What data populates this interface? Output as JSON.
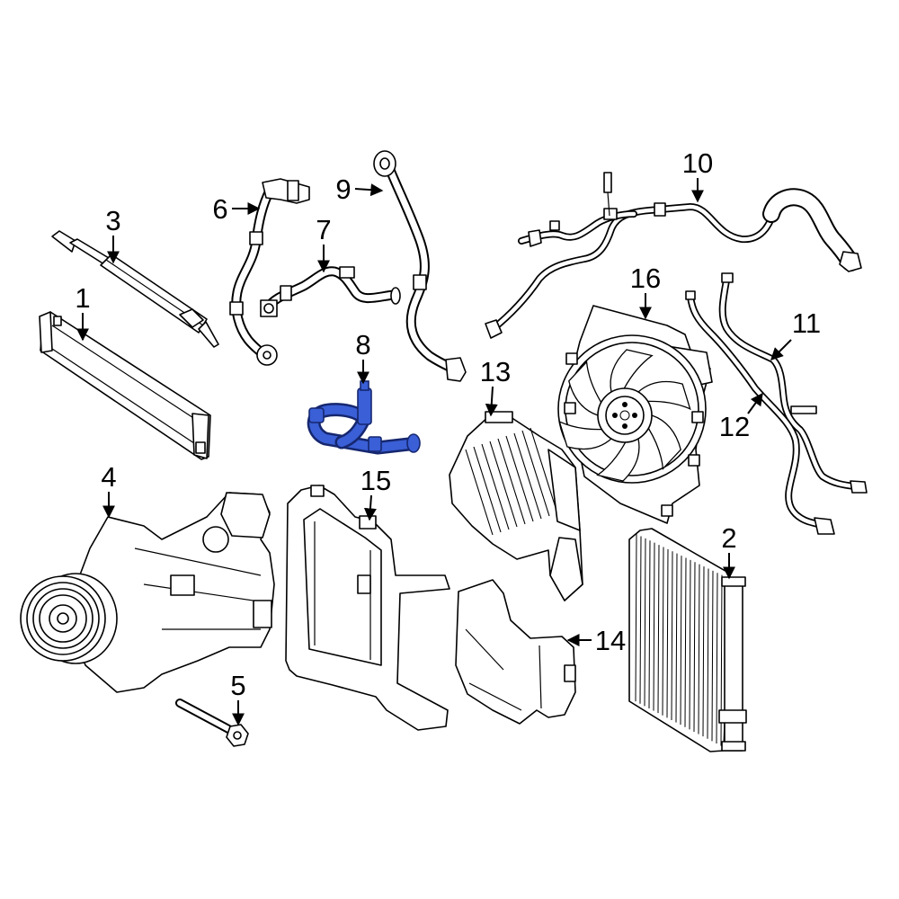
{
  "diagram": {
    "background": "#ffffff",
    "line_color": "#000000",
    "highlight_color": "#3a5fd6"
  },
  "callouts": [
    {
      "label": "1"
    },
    {
      "label": "2"
    },
    {
      "label": "3"
    },
    {
      "label": "4"
    },
    {
      "label": "5"
    },
    {
      "label": "6"
    },
    {
      "label": "7"
    },
    {
      "label": "8"
    },
    {
      "label": "9"
    },
    {
      "label": "10"
    },
    {
      "label": "11"
    },
    {
      "label": "12"
    },
    {
      "label": "13"
    },
    {
      "label": "14"
    },
    {
      "label": "15"
    },
    {
      "label": "16"
    }
  ]
}
